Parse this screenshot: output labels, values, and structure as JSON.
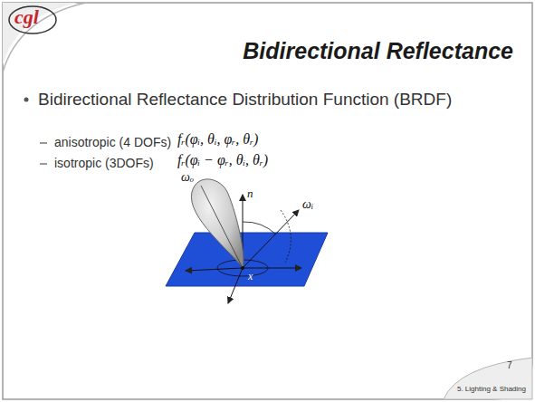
{
  "diagram": {
    "title": "Bidirectional Reflectance",
    "labels": [
      "cgl",
      "Bidirectional Reflectance Distribution Function (BRDF)",
      "anisotropic (4 DOFs)",
      "fᵣ(φᵢ, θᵢ, φᵣ, θᵣ)",
      "isotropic (3DOFs)",
      "fᵣ(φᵢ − φᵣ, θᵢ, θᵣ)",
      "ωₒ",
      "n",
      "ωᵢ",
      "x",
      "7",
      "5. Lighting & Shading"
    ]
  }
}
